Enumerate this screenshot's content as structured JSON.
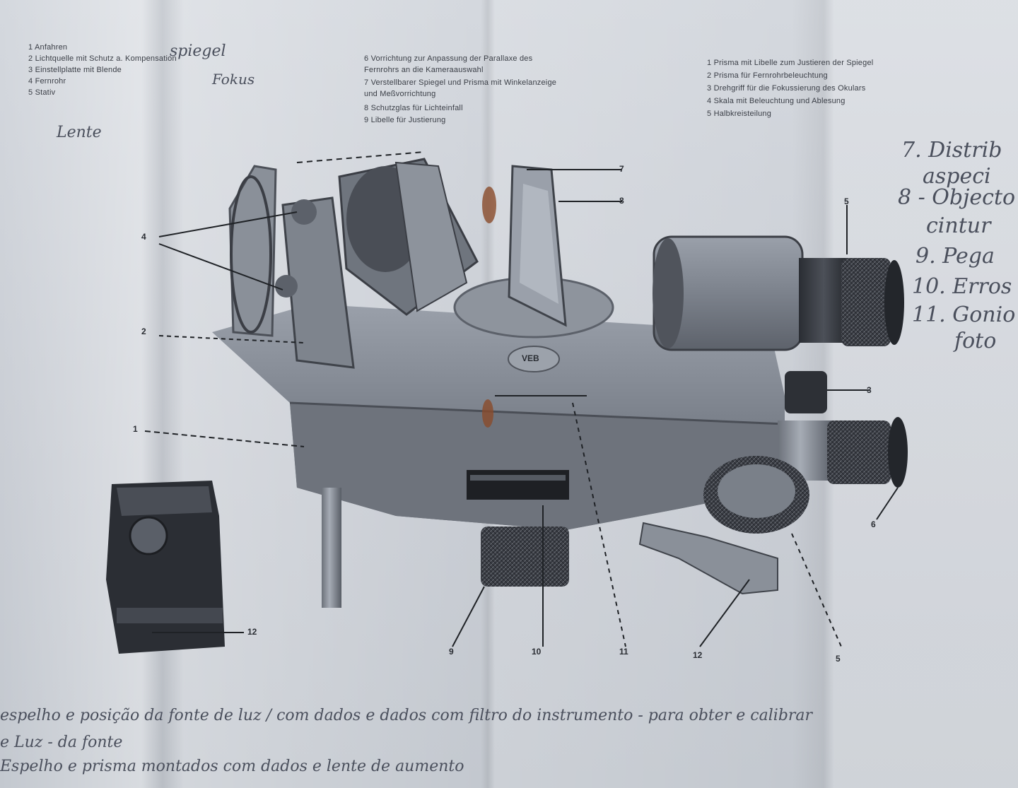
{
  "legend": {
    "col1": [
      "1  Anfahren",
      "2  Lichtquelle mit Schutz a. Kompensation",
      "3  Einstellplatte mit Blende",
      "4  Fernrohr",
      "5  Stativ"
    ],
    "col2": [
      "6  Vorrichtung zur Anpassung der Parallaxe des",
      "   Fernrohrs an die Kameraauswahl",
      "7  Verstellbarer Spiegel und Prisma mit Winkelanzeige",
      "   und Meßvorrichtung",
      "8  Schutzglas für Lichteinfall",
      "9  Libelle für Justierung"
    ],
    "col3": [
      "1  Prisma mit Libelle zum Justieren der Spiegel",
      "2  Prisma für Fernrohrbeleuchtung",
      "3  Drehgriff für die Fokussierung des Okulars",
      "4  Skala mit Beleuchtung und Ablesung",
      "5  Halbkreisteilung"
    ]
  },
  "handwriting": {
    "top_left": [
      "spiegel",
      "Fokus",
      "Lente"
    ],
    "right": [
      "7. Distrib",
      "aspeci",
      "8 - Objecto",
      "cintur",
      "9. Pega",
      "10. Erros",
      "11. Gonio",
      "foto"
    ],
    "bottom": [
      "espelho e posição da fonte de luz / com dados e dados com filtro do instrumento - para obter e calibrar",
      "e Luz - da fonte",
      "Espelho e prisma montados com dados e lente de aumento"
    ]
  },
  "callouts": [
    "1",
    "2",
    "3",
    "4",
    "5",
    "6",
    "7",
    "8",
    "9",
    "10",
    "11",
    "12"
  ],
  "emblem": "VEB"
}
